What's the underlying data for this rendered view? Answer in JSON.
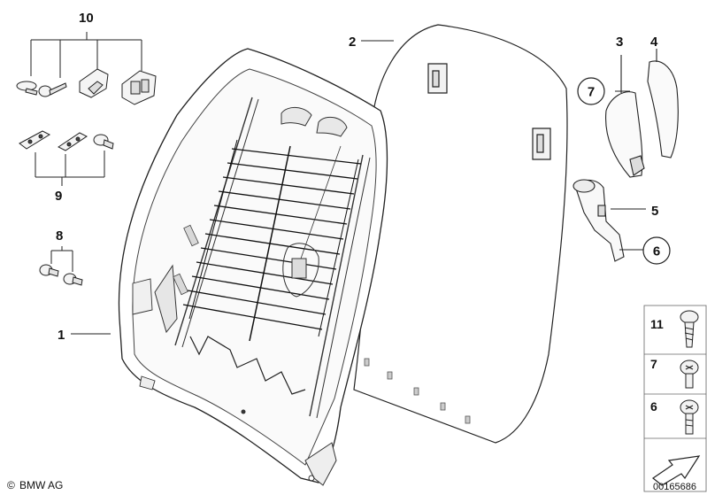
{
  "callouts": {
    "c1": "1",
    "c2": "2",
    "c3": "3",
    "c4": "4",
    "c5": "5",
    "c6": "6",
    "c7": "7",
    "c8": "8",
    "c9": "9",
    "c10": "10"
  },
  "legend": {
    "row1": "11",
    "row2": "7",
    "row3": "6"
  },
  "footer": {
    "copyright_symbol": "©",
    "brand": "BMW AG",
    "doc_number": "00165686"
  }
}
